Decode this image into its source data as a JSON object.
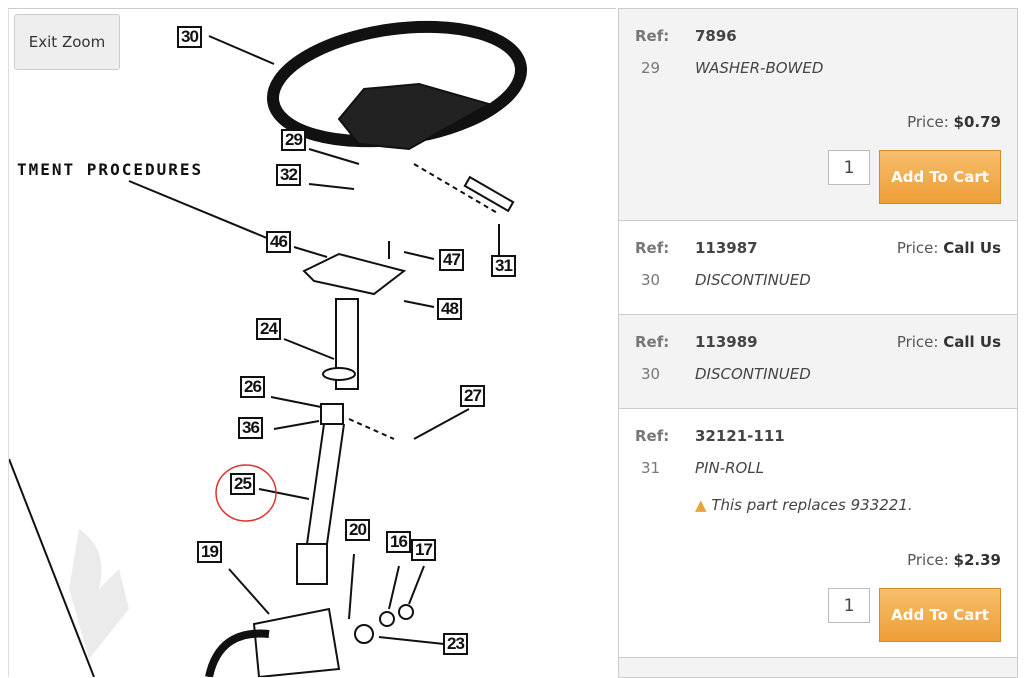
{
  "toolbar": {
    "exit_zoom": "Exit Zoom"
  },
  "diagram": {
    "heading": "TMENT PROCEDURES",
    "callouts": [
      "30",
      "29",
      "32",
      "46",
      "47",
      "31",
      "48",
      "24",
      "26",
      "27",
      "36",
      "25",
      "20",
      "16",
      "17",
      "19",
      "23"
    ]
  },
  "parts": [
    {
      "ref_label": "Ref:",
      "ref": "7896",
      "number": "29",
      "description": "WASHER-BOWED",
      "price_label": "Price:",
      "price": "$0.79",
      "qty": "1",
      "button": "Add To Cart"
    },
    {
      "ref_label": "Ref:",
      "ref": "113987",
      "number": "30",
      "description": "DISCONTINUED",
      "price_label": "Price:",
      "price": "Call Us"
    },
    {
      "ref_label": "Ref:",
      "ref": "113989",
      "number": "30",
      "description": "DISCONTINUED",
      "price_label": "Price:",
      "price": "Call Us"
    },
    {
      "ref_label": "Ref:",
      "ref": "32121-111",
      "number": "31",
      "description": "PIN-ROLL",
      "note": "This part replaces 933221.",
      "price_label": "Price:",
      "price": "$2.39",
      "qty": "1",
      "button": "Add To Cart"
    }
  ],
  "colors": {
    "accent": "#ee9e38",
    "warning": "#e8a33a",
    "row_gray": "#f3f3f3"
  }
}
